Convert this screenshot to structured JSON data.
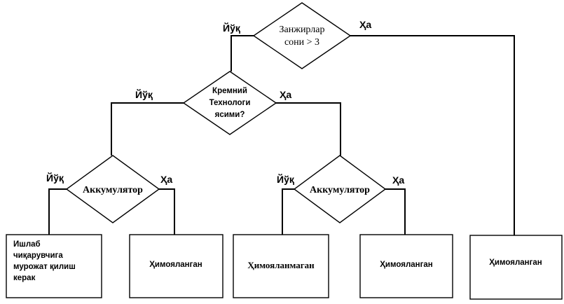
{
  "decisions": {
    "chains": {
      "lines": [
        "Занжирлар",
        "сони > 3"
      ]
    },
    "silicon": {
      "lines": [
        "Кремний",
        "Технологи",
        "ясими?"
      ]
    },
    "acc_left": {
      "label": "Аккумулятор"
    },
    "acc_right": {
      "label": "Аккумулятор"
    }
  },
  "branch_labels": {
    "no": "Йўқ",
    "yes": "Ҳа"
  },
  "outcomes": {
    "contact_manufacturer": {
      "lines": [
        "Ишлаб",
        "чиқарувчига",
        "мурожат қилиш",
        "керак"
      ]
    },
    "protected_1": "Ҳимояланган",
    "unprotected": "Ҳимояланмаган",
    "protected_2": "Ҳимояланган",
    "protected_3": "Ҳимояланган"
  }
}
